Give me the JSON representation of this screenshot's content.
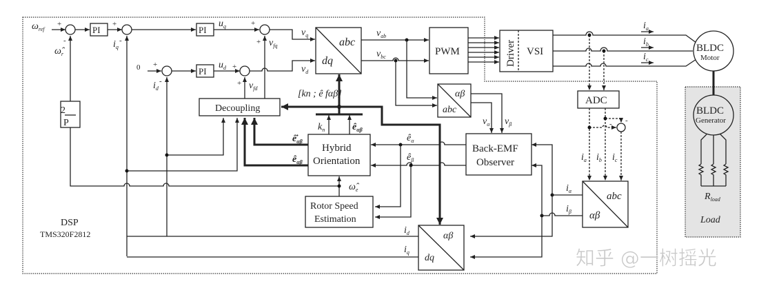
{
  "diagram": {
    "title": "Sensorless BLDC motor drive control block diagram",
    "dsp_label": "DSP",
    "dsp_model": "TMS320F2812",
    "blocks": {
      "pi_speed": "PI",
      "pi_q": "PI",
      "pi_d": "PI",
      "gain": {
        "num": "2",
        "den": "P"
      },
      "decoupling": "Decoupling",
      "dq_abc": {
        "top": "abc",
        "bottom": "dq"
      },
      "pwm": "PWM",
      "driver": "Driver",
      "vsi": "VSI",
      "abc_ab_v": {
        "top": "αβ",
        "bottom": "abc"
      },
      "hybrid": [
        "Hybrid",
        "Orientation"
      ],
      "backemf": [
        "Back-EMF",
        "Observer"
      ],
      "rotor_speed": [
        "Rotor Speed",
        "Estimation"
      ],
      "adc": "ADC",
      "abc_ab_i": {
        "top": "abc",
        "bottom": "αβ"
      },
      "ab_dq": {
        "top": "αβ",
        "bottom": "dq"
      },
      "motor": {
        "name": "BLDC",
        "sub": "Motor"
      },
      "generator": {
        "name": "BLDC",
        "sub": "Generator"
      },
      "load_res": "R",
      "load_res_sub": "load",
      "load": "Load"
    },
    "signals": {
      "w_ref": {
        "main": "ω",
        "sub": "ref"
      },
      "w_r": {
        "main": "ω̂",
        "sub": "r"
      },
      "iq_fb": {
        "main": "i",
        "sub": "q"
      },
      "id_fb": {
        "main": "i",
        "sub": "d"
      },
      "zero": "0",
      "uq": {
        "main": "u",
        "sub": "q"
      },
      "ud": {
        "main": "u",
        "sub": "d"
      },
      "vfq": {
        "main": "v",
        "sub": "fq"
      },
      "vfd": {
        "main": "v",
        "sub": "fd"
      },
      "vq": {
        "main": "v",
        "sub": "q"
      },
      "vd": {
        "main": "v",
        "sub": "d"
      },
      "vab": {
        "main": "v",
        "sub": "ab"
      },
      "vbc": {
        "main": "v",
        "sub": "bc"
      },
      "valpha": {
        "main": "v",
        "sub": "α"
      },
      "vbeta": {
        "main": "v",
        "sub": "β"
      },
      "kn_vec": "[kn ; ê fαβ]",
      "kn": {
        "main": "k",
        "sub": "n"
      },
      "ef": {
        "main": "ê",
        "sup": "f",
        "sub": "αβ"
      },
      "ed_dot": {
        "main": "ê̇",
        "sup": "d",
        "sub": "αβ"
      },
      "ed": {
        "main": "ê",
        "sup": "d",
        "sub": "αβ"
      },
      "ealpha": {
        "main": "ê",
        "sub": "α"
      },
      "ebeta": {
        "main": "ê",
        "sub": "β"
      },
      "we": {
        "main": "ω̂",
        "sub": "e"
      },
      "ia_out": {
        "main": "i",
        "sub": "a"
      },
      "ib_out": {
        "main": "i",
        "sub": "b"
      },
      "ic_out": {
        "main": "i",
        "sub": "c"
      },
      "ia": {
        "main": "i",
        "sub": "a"
      },
      "ib": {
        "main": "i",
        "sub": "b"
      },
      "ic": {
        "main": "i",
        "sub": "c"
      },
      "ialpha": {
        "main": "i",
        "sub": "α"
      },
      "ibeta": {
        "main": "i",
        "sub": "β"
      },
      "id": {
        "main": "i",
        "sub": "d"
      },
      "iq": {
        "main": "i",
        "sub": "q"
      },
      "plus": "+",
      "minus": "-"
    },
    "watermark": "知乎 @一树摇光"
  }
}
